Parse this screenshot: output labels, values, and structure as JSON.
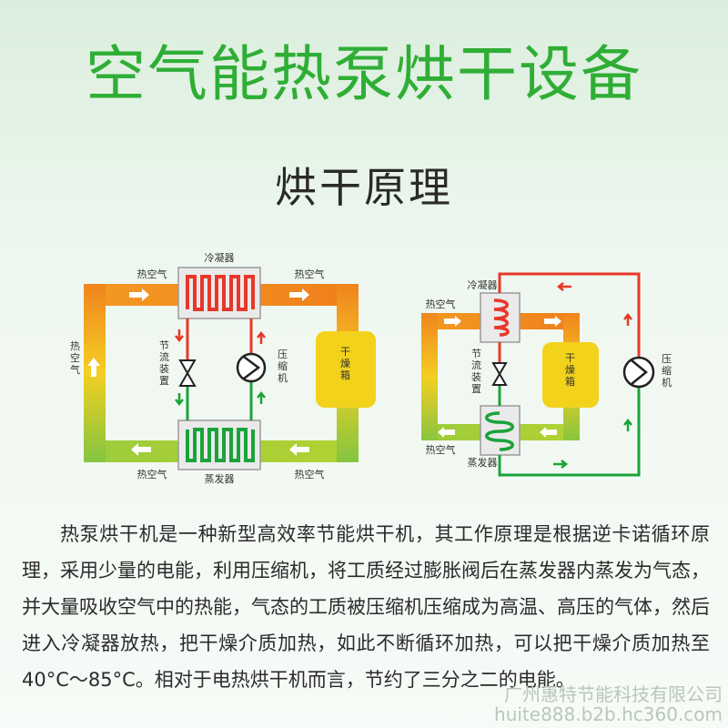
{
  "title": "空气能热泵烘干设备",
  "subtitle": "烘干原理",
  "diagram_left": {
    "hot_air_top_left": "热空气",
    "hot_air_top_right": "热空气",
    "hot_air_left_side": "热空气",
    "hot_air_bottom_left": "热空气",
    "hot_air_bottom_right": "热空气",
    "condenser": "冷凝器",
    "evaporator": "蒸发器",
    "throttle": "节流装置",
    "compressor": "压缩机",
    "dryer": "干燥箱"
  },
  "diagram_right": {
    "condenser": "冷凝器",
    "evaporator": "蒸发器",
    "hot_air_top": "热空气",
    "hot_air_bottom": "热空气",
    "throttle": "节流装置",
    "compressor": "压缩机",
    "dryer": "干燥箱"
  },
  "body": "热泵烘干机是一种新型高效率节能烘干机，其工作原理是根据逆卡诺循环原理，采用少量的电能，利用压缩机，将工质经过膨胀阀后在蒸发器内蒸发为气态，并大量吸收空气中的热能，气态的工质被压缩机压缩成为高温、高压的气体，然后进入冷凝器放热，把干燥介质加热，如此不断循环加热，可以把干燥介质加热至40°C～85°C。相对于电热烘干机而言，节约了三分之二的电能。",
  "footer_company": "广州惠特节能科技有限公司",
  "footer_url": "huite888.b2b.hc360.com",
  "colors": {
    "title": "#2fae36",
    "hot": "#f0861e",
    "warm": "#f6d21a",
    "cool": "#7cc23e",
    "red_pipe": "#e8372a",
    "green_pipe": "#1aa33a",
    "dryer": "#f3d21c"
  }
}
